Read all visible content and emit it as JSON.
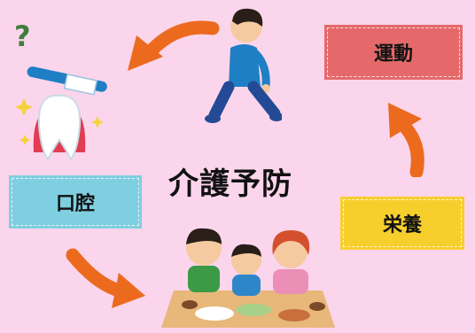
{
  "title": "介護予防",
  "labels": {
    "exercise": "運動",
    "oral": "口腔",
    "nutrition": "栄養"
  },
  "question_mark": "?",
  "colors": {
    "background": "#fbd5ec",
    "arrow": "#ec6a1e",
    "exercise_box": "#e5696a",
    "oral_box": "#7fcfe0",
    "nutrition_box": "#f7cf2d"
  },
  "icons": [
    "running-man-icon",
    "toothbrush-tooth-icon",
    "family-meal-icon",
    "arrow-icon"
  ]
}
